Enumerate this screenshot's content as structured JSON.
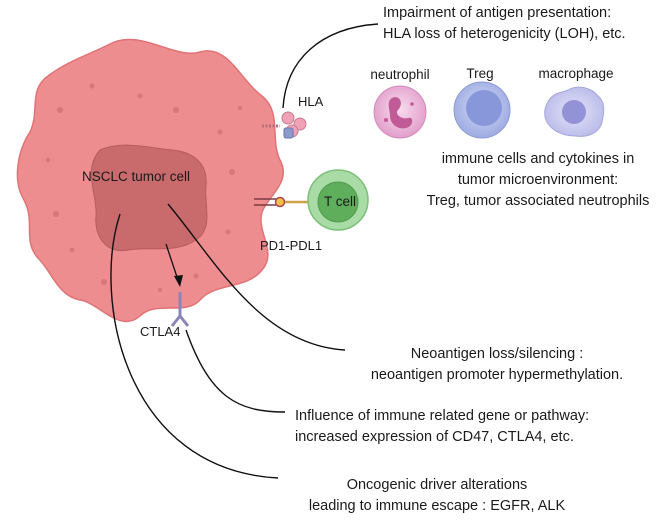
{
  "labels": {
    "tumor_cell": "NSCLC tumor cell",
    "hla": "HLA",
    "t_cell": "T cell",
    "pd1_pdl1": "PD1-PDL1",
    "ctla4": "CTLA4",
    "neutrophil": "neutrophil",
    "treg": "Treg",
    "macrophage": "macrophage"
  },
  "mechanisms": {
    "antigen_presentation": {
      "line1": "Impairment of antigen presentation:",
      "line2": "HLA loss of heterogenicity (LOH), etc."
    },
    "microenvironment": {
      "line1": "immune cells and cytokines in",
      "line2": "tumor microenvironment:",
      "line3": "Treg, tumor associated neutrophils"
    },
    "neoantigen": {
      "line1": "Neoantigen loss/silencing :",
      "line2": "neoantigen promoter hypermethylation."
    },
    "immune_gene": {
      "line1": "Influence of immune related gene or pathway:",
      "line2": "increased expression of  CD47, CTLA4, etc."
    },
    "oncogenic": {
      "line1": "Oncogenic driver alterations",
      "line2": "leading to immune escape : EGFR, ALK"
    }
  },
  "colors": {
    "tumor_body": "#ee8d8f",
    "tumor_nucleus": "#c96a6c",
    "t_cell_outer": "#9dd39a",
    "t_cell_inner": "#5fae5b",
    "neutrophil": "#e6a6cf",
    "treg": "#a9b5e6",
    "macrophage": "#c6c7ee"
  }
}
